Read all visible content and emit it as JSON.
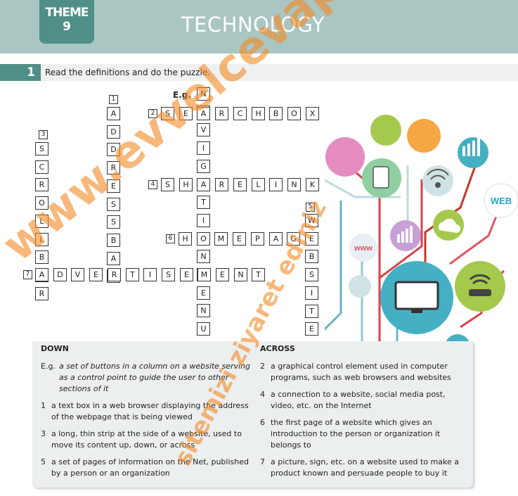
{
  "header": {
    "theme_word": "THEME",
    "theme_number": "9",
    "title": "TECHNOLOGY"
  },
  "task": {
    "number": "1",
    "instruction": "Read the definitions and do the puzzle."
  },
  "puzzle": {
    "eg_label": "E.g.",
    "clue_numbers": [
      "1",
      "2",
      "3",
      "4",
      "5",
      "6",
      "7"
    ],
    "letters": {
      "navigation": [
        "N",
        "A",
        "V",
        "I",
        "G",
        "A",
        "T",
        "I",
        "O",
        "N",
        "M",
        "E",
        "N",
        "U"
      ],
      "searchbox": [
        "S",
        "E",
        "A",
        "R",
        "C",
        "H",
        "B",
        "O",
        "X"
      ],
      "addressbar": [
        "A",
        "D",
        "D",
        "R",
        "E",
        "S",
        "S",
        "B",
        "A",
        "R"
      ],
      "scrollbar": [
        "S",
        "C",
        "R",
        "O",
        "L",
        "L",
        "B",
        "A",
        "R"
      ],
      "sharelink": [
        "S",
        "H",
        "A",
        "R",
        "E",
        "L",
        "I",
        "N",
        "K"
      ],
      "website": [
        "W",
        "E",
        "B",
        "S",
        "I",
        "T",
        "E"
      ],
      "homepage": [
        "H",
        "O",
        "M",
        "E",
        "P",
        "A",
        "G",
        "E"
      ],
      "advertisement": [
        "A",
        "D",
        "V",
        "E",
        "R",
        "T",
        "I",
        "S",
        "E",
        "M",
        "E",
        "N",
        "T"
      ]
    }
  },
  "graphic": {
    "bubble_web": "WEB",
    "bubble_www": "www"
  },
  "clues": {
    "down_title": "DOWN",
    "across_title": "ACROSS",
    "down": [
      {
        "n": "E.g.",
        "text": "a set of buttons in a column on a website serving as a control point to guide the user to other sections of it"
      },
      {
        "n": "1",
        "text": "a text box in a web browser displaying the address of the webpage that is being viewed"
      },
      {
        "n": "3",
        "text": "a long, thin strip at the side of a website, used to move its content up, down, or across"
      },
      {
        "n": "5",
        "text": "a set of pages of information on the Net, published by a person or an organization"
      }
    ],
    "across": [
      {
        "n": "2",
        "text": "a graphical control element used in computer programs, such as web browsers and websites"
      },
      {
        "n": "4",
        "text": "a connection to a website, social media post, video, etc. on the Internet"
      },
      {
        "n": "6",
        "text": "the first page of a website which gives an introduction to the person or organization it belongs to"
      },
      {
        "n": "7",
        "text": "a picture, sign, etc. on a website used to make a product known and persuade people to buy it"
      }
    ]
  },
  "watermark": {
    "main": "www.evvelcevap.com",
    "secondary": "sitemizi ziyaret ediniz"
  },
  "colors": {
    "header_bg": "#a9c6c2",
    "accent_teal": "#4f8f87",
    "panel_bg": "#ecefef",
    "watermark": "#f28c28"
  }
}
